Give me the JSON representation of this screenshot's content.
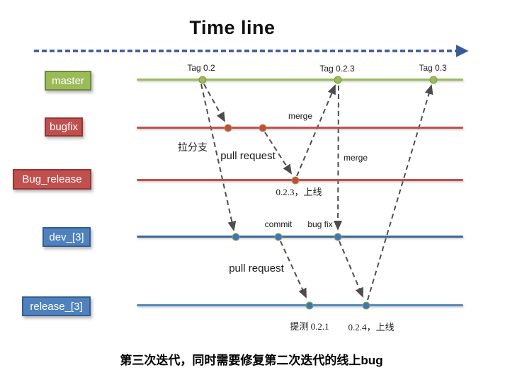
{
  "title": "Time line",
  "caption": "第三次迭代，同时需要修复第二次迭代的线上bug",
  "colors": {
    "master_green": "#9bbb59",
    "green_border": "#71893f",
    "branch_red": "#c0504d",
    "red_border": "#943634",
    "branch_blue": "#4f81bd",
    "blue_border": "#335f92",
    "timeline_blue": "#3a5a96",
    "arrow_gray": "#4d4d4d"
  },
  "branches": [
    {
      "label": "master"
    },
    {
      "label": "bugfix"
    },
    {
      "label": "Bug_release"
    },
    {
      "label": "dev_[3]"
    },
    {
      "label": "release_[3]"
    }
  ],
  "tags": [
    {
      "label": "Tag 0.2"
    },
    {
      "label": "Tag 0.2.3"
    },
    {
      "label": "Tag 0.3"
    }
  ],
  "annotations": {
    "pull_branch": "拉分支",
    "pull_request_upper": "pull request",
    "merge_upper": "merge",
    "merge_lower": "merge",
    "bug_release_online": "0.2.3，上线",
    "commit": "commit",
    "bug_fix": "bug fix",
    "pull_request_lower": "pull request",
    "test_submit": "提测 0.2.1",
    "release_online": "0.2.4，上线"
  }
}
